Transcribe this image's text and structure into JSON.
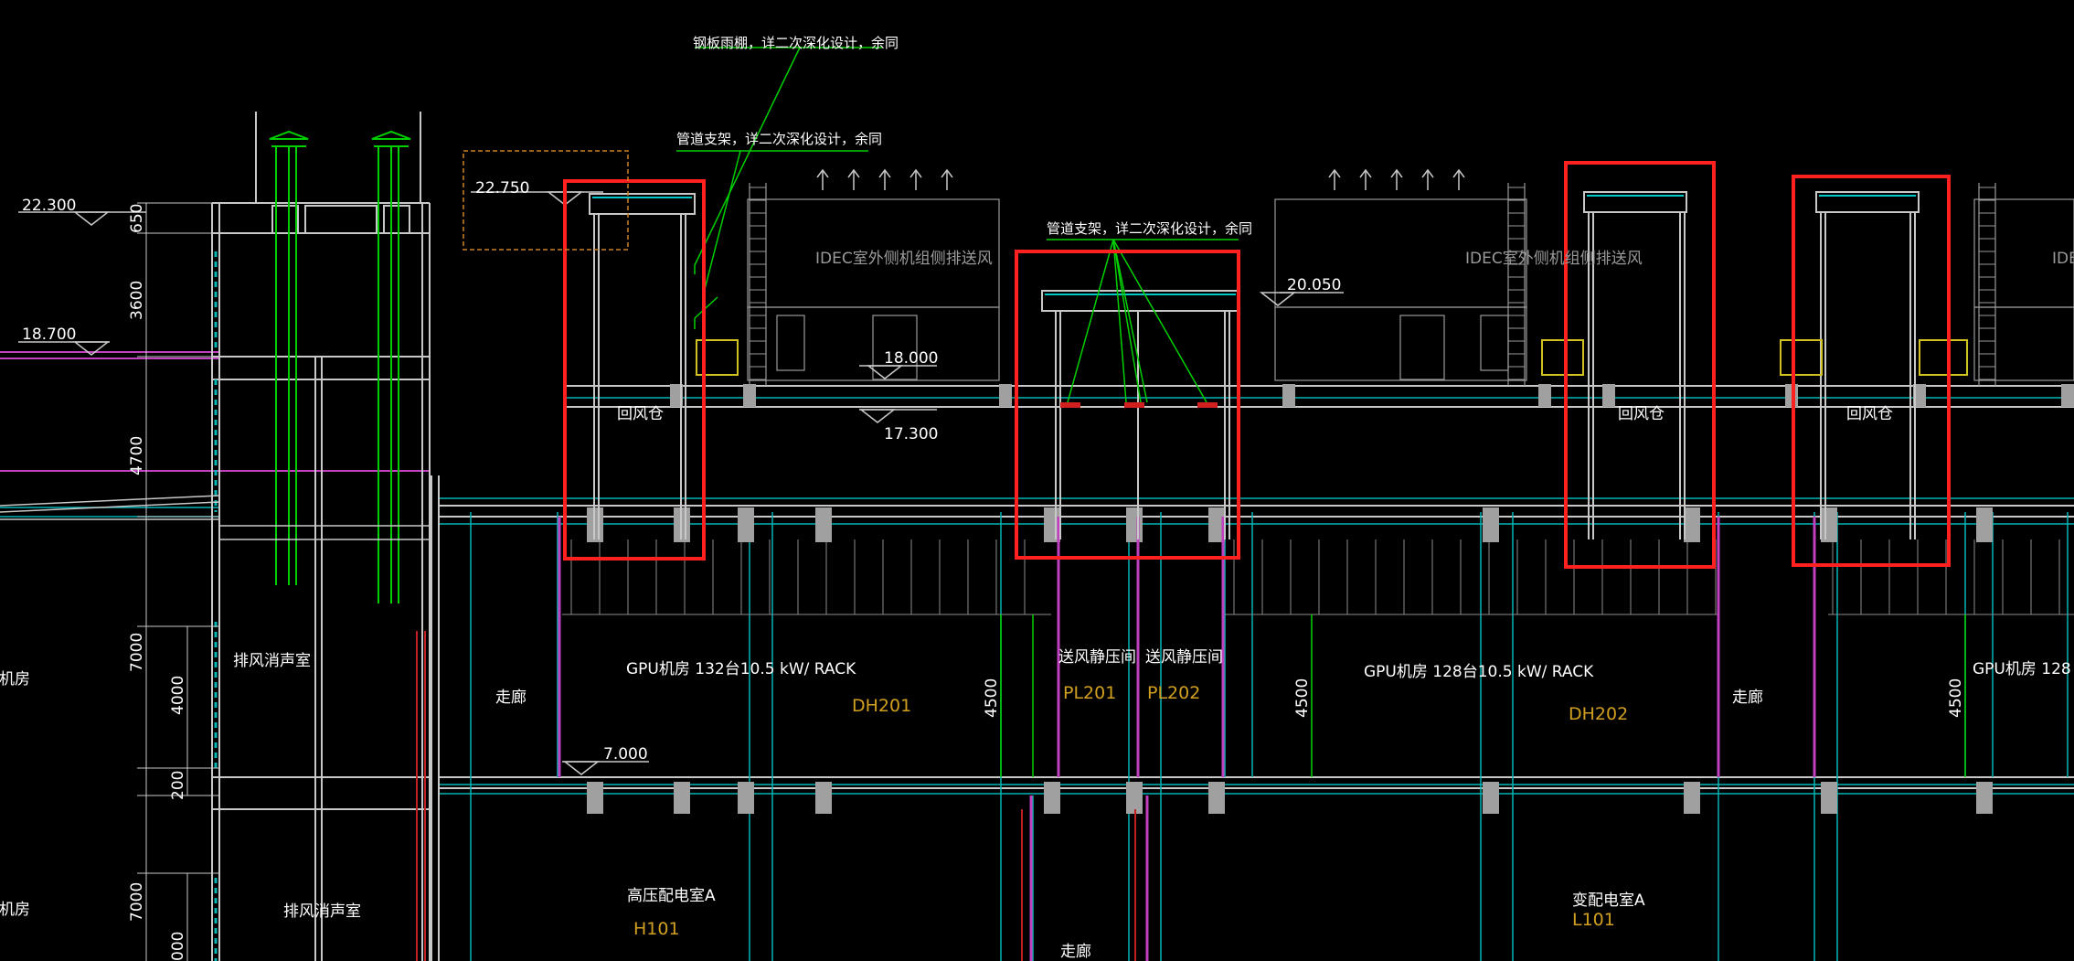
{
  "colors": {
    "background": "#000000",
    "wall": "#c8c8c8",
    "grid": "#00c8c8",
    "text": "#ffffff",
    "room_code": "#d2a020",
    "highlight": "#ff2020",
    "leader": "#00dc00",
    "level_line": "#d040d0",
    "selection_box": "#d08020",
    "equipment": "#a0a0a0"
  },
  "elevations": {
    "e22300": "22.300",
    "e18700": "18.700",
    "e22750": "22.750",
    "e20050": "20.050",
    "e18000": "18.000",
    "e17300": "17.300",
    "e7000": "7.000"
  },
  "dimensions": {
    "d650": "650",
    "d3600": "3600",
    "d4700": "4700",
    "d7000a": "7000",
    "d4000": "4000",
    "d200": "200",
    "d7000b": "7000",
    "d000": "000",
    "d4500a": "4500",
    "d4500b": "4500",
    "d4500c": "4500"
  },
  "notes": {
    "canopy": "钢板雨棚，详二次深化设计，余同",
    "pipe_support_1": "管道支架，详二次深化设计，余同",
    "pipe_support_2": "管道支架，详二次深化设计，余同"
  },
  "rooms": {
    "return_air_1": "回风仓",
    "return_air_2": "回风仓",
    "return_air_3": "回风仓",
    "exhaust_muffler_1": "排风消声室",
    "exhaust_muffler_2": "排风消声室",
    "machine_room_1": "变机房",
    "machine_room_2": "变机房",
    "corridor_1": "走廊",
    "corridor_2": "走廊",
    "corridor_3": "走廊",
    "gpu_room_1": "GPU机房 132台10.5 kW/ RACK",
    "gpu_room_2": "GPU机房 128台10.5 kW/ RACK",
    "gpu_room_3": "GPU机房 128",
    "supply_plenum_1": "送风静压间",
    "supply_plenum_2": "送风静压间",
    "hv_room": "高压配电室A",
    "transformer_room": "变配电室A",
    "idec_1": "IDEC室外侧机组侧排送风",
    "idec_2": "IDEC室外侧机组侧排送风",
    "idec_3": "IDE"
  },
  "room_codes": {
    "dh201": "DH201",
    "dh202": "DH202",
    "pl201": "PL201",
    "pl202": "PL202",
    "h101": "H101",
    "l101": "L101"
  }
}
